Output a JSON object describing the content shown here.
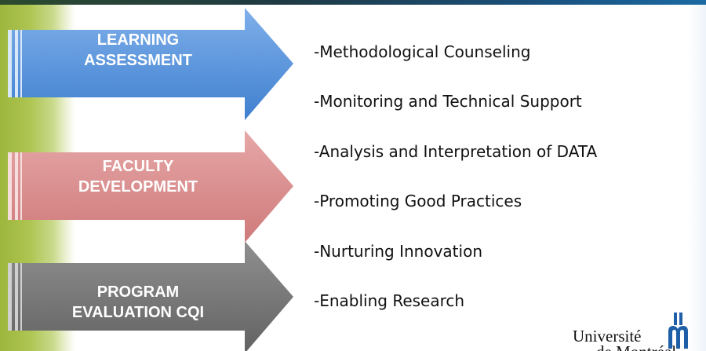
{
  "arrows": [
    {
      "line1": "LEARNING",
      "line2": "ASSESSMENT",
      "color": "#5b95d9"
    },
    {
      "line1": "FACULTY",
      "line2": "DEVELOPMENT",
      "color": "#d98e8e"
    },
    {
      "line1": "PROGRAM",
      "line2": "EVALUATION CQI",
      "color": "#7a7a7a"
    }
  ],
  "bullets": [
    "-Methodological Counseling",
    "-Monitoring and Technical Support",
    "-Analysis and Interpretation of DATA",
    "-Promoting Good Practices",
    "-Nurturing Innovation",
    "-Enabling Research"
  ],
  "logo": {
    "line1": "Université",
    "line2": "de Montréal",
    "brand_color": "#1f5fa8"
  }
}
